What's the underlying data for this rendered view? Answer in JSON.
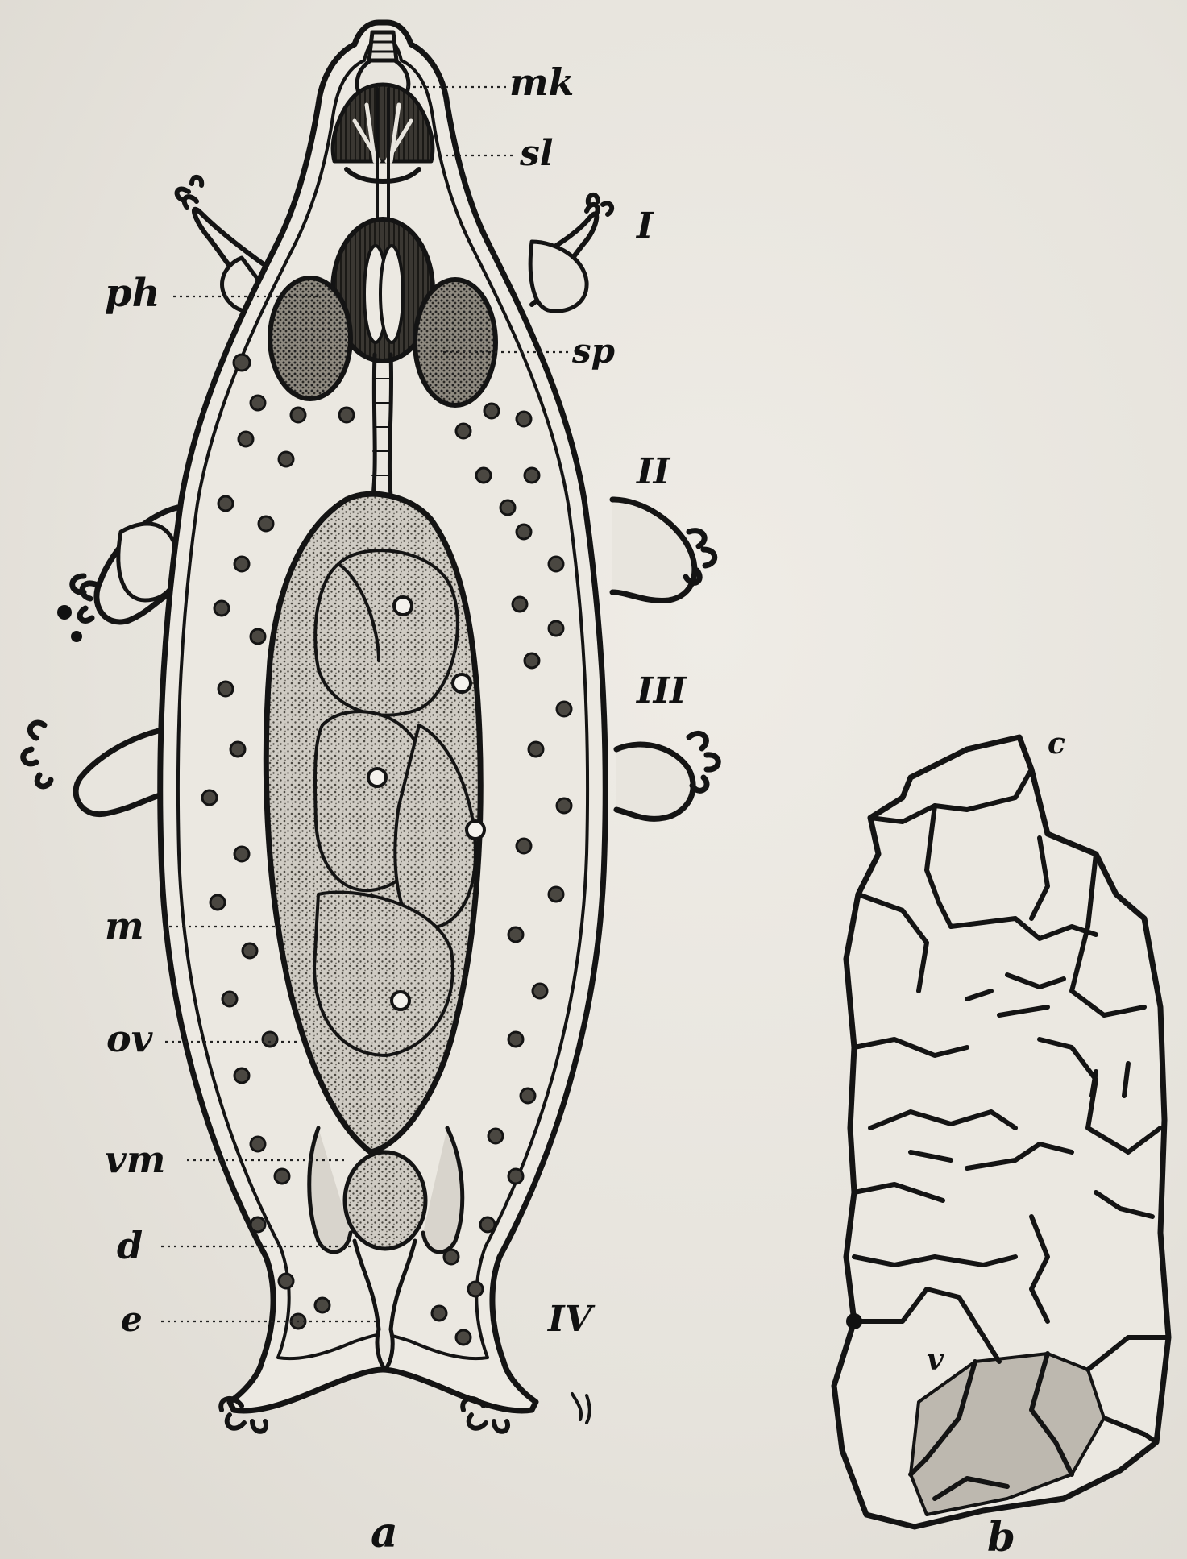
{
  "figure_a": {
    "caption": "a",
    "labels": {
      "mk": "mk",
      "sl": "sl",
      "ph": "ph",
      "sp": "sp",
      "m": "m",
      "ov": "ov",
      "vm": "vm",
      "d": "d",
      "e": "e"
    },
    "segment_numerals": {
      "I": "I",
      "II": "II",
      "III": "III",
      "IV": "IV"
    }
  },
  "figure_b": {
    "caption": "b",
    "markings": [
      "c",
      "v"
    ]
  },
  "colors": {
    "paper": "#e9e6df",
    "ink": "#111111",
    "stipple": "#7a7770",
    "shade": "#b9b5ad"
  }
}
